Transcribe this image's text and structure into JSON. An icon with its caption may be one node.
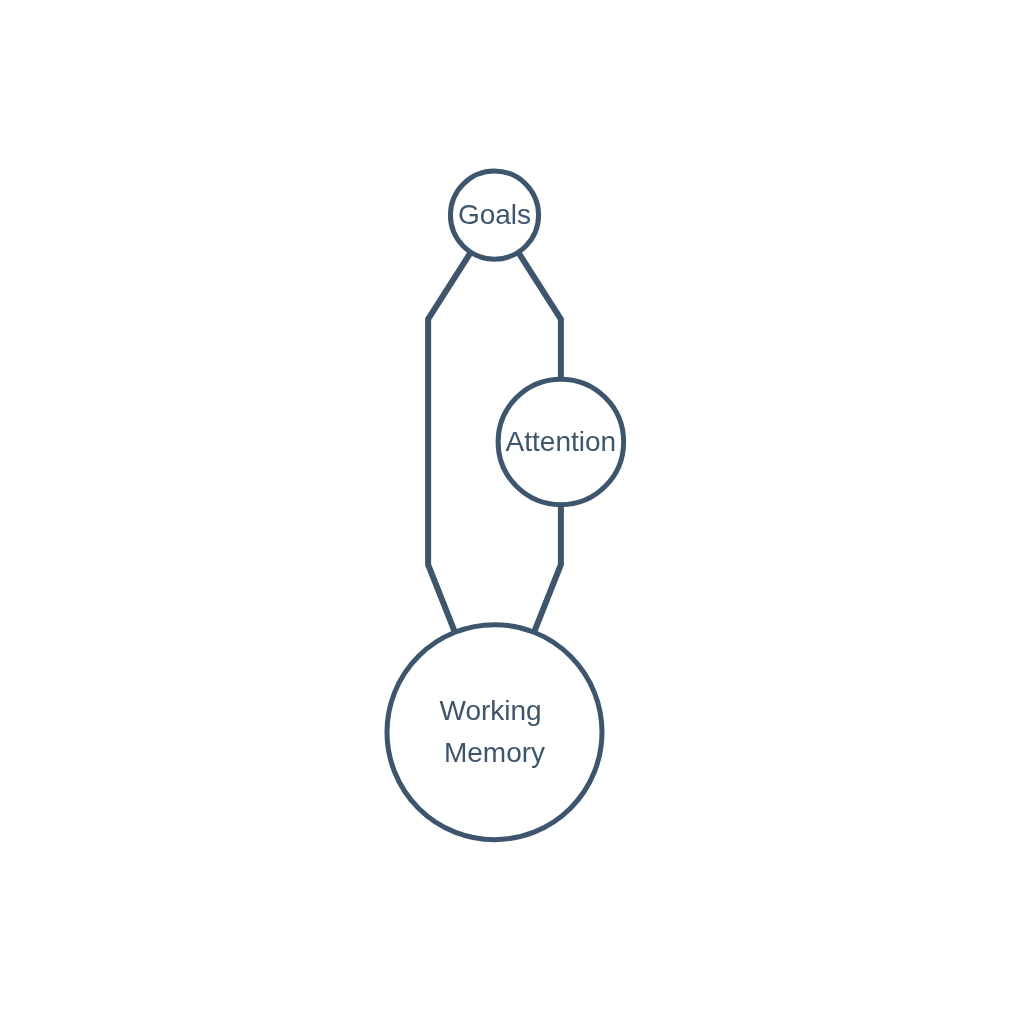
{
  "diagram": {
    "nodes": [
      {
        "text": [
          "Goals"
        ]
      },
      {
        "text": [
          "Attention"
        ]
      },
      {
        "text": [
          "Working Memory"
        ]
      }
    ],
    "edges": [
      {
        "from": 0,
        "to": 1,
        "arrow": "none"
      },
      {
        "from": 0,
        "to": 2,
        "arrow": "none"
      },
      {
        "from": 1,
        "to": 2,
        "arrow": "none"
      }
    ]
  }
}
